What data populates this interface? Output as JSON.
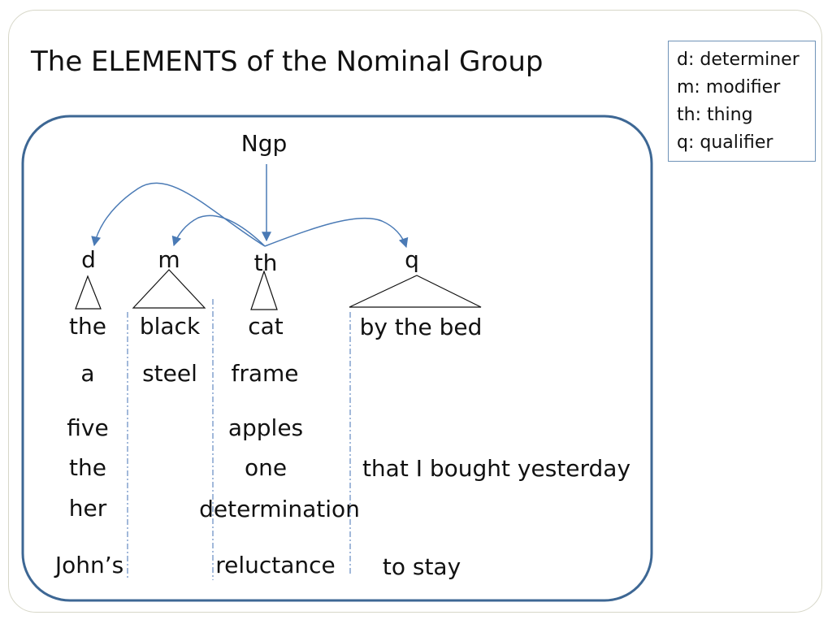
{
  "title": "The ELEMENTS of the Nominal Group",
  "legend": [
    "d: determiner",
    "m: modifier",
    "th: thing",
    "q: qualifier"
  ],
  "diagram": {
    "root": "Ngp",
    "labels": {
      "d": "d",
      "m": "m",
      "th": "th",
      "q": "q"
    },
    "rows": [
      {
        "d": "the",
        "m": "black",
        "th": "cat",
        "q": "by the bed"
      },
      {
        "d": "a",
        "m": "steel",
        "th": "frame",
        "q": ""
      },
      {
        "d": "five",
        "m": "",
        "th": "apples",
        "q": ""
      },
      {
        "d": "the",
        "m": "",
        "th": "one",
        "q": "that I bought yesterday"
      },
      {
        "d": "her",
        "m": "",
        "th": "determination",
        "q": ""
      },
      {
        "d": "John’s",
        "m": "",
        "th": "reluctance",
        "q": "to stay"
      }
    ]
  },
  "colors": {
    "panel_border": "#3d6794",
    "arrow": "#4a7ab5",
    "divider": "#6f93c6",
    "text": "#111111"
  }
}
